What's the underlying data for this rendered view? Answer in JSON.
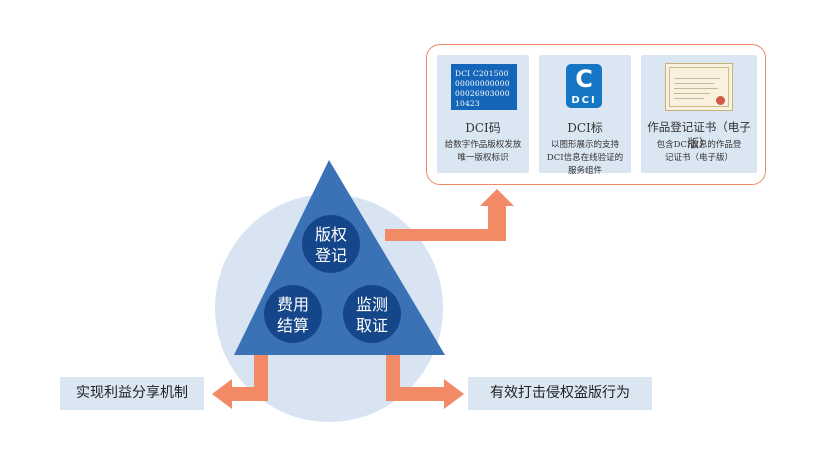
{
  "diagram": {
    "center_nodes": [
      {
        "id": "registration",
        "lines": [
          "版权",
          "登记"
        ]
      },
      {
        "id": "settlement",
        "lines": [
          "费用",
          "结算"
        ]
      },
      {
        "id": "monitoring",
        "lines": [
          "监测",
          "取证"
        ]
      }
    ],
    "outcomes": {
      "left": "实现利益分享机制",
      "right": "有效打击侵权盗版行为"
    },
    "panel": {
      "cards": [
        {
          "title": "DCI码",
          "desc": "给数字作品版权发放唯一版权标识",
          "image_text": "DCI C201500000000000000002690300010423"
        },
        {
          "title": "DCI标",
          "desc": "以图形展示的支持DCI信息在线验证的服务组件",
          "logo_letter": "C",
          "logo_text": "DCI"
        },
        {
          "title": "作品登记证书（电子版）",
          "desc": "包含DCI信息的作品登记证书（电子版）"
        }
      ]
    },
    "colors": {
      "circle": "#d9e4f2",
      "triangle": "#3b72b5",
      "node": "#15468a",
      "arrow": "#f28a66",
      "card": "#dbe6f3",
      "panel_border": "#ee8a66",
      "logo_blue": "#1577c4"
    }
  }
}
